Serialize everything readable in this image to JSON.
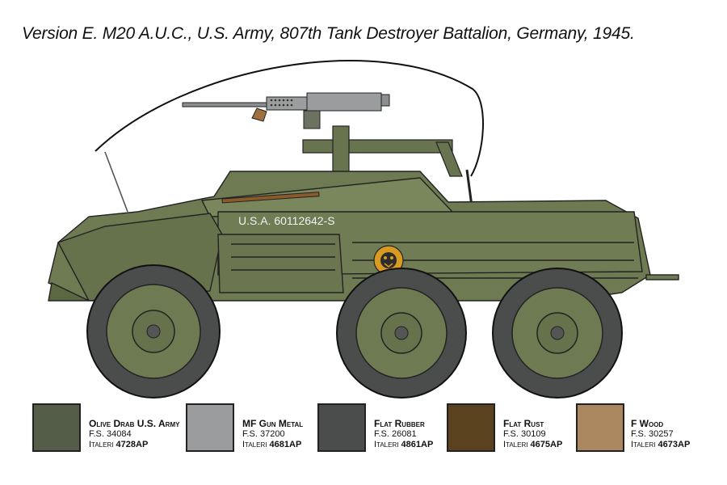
{
  "title": "Version E. M20 A.U.C., U.S. Army, 807th Tank Destroyer Battalion, Germany, 1945.",
  "vehicle": {
    "serial": "U.S.A. 60112642-S",
    "insignia": "tank-destroyer-cat-insignia-icon"
  },
  "colors": [
    {
      "name": "Olive Drab U.S. Army",
      "fs": "F.S. 34084",
      "brand": "Italeri",
      "code": "4728AP",
      "hex": "#535d48"
    },
    {
      "name": "MF Gun Metal",
      "fs": "F.S. 37200",
      "brand": "Italeri",
      "code": "4681AP",
      "hex": "#9a9c9d"
    },
    {
      "name": "Flat Rubber",
      "fs": "F.S. 26081",
      "brand": "Italeri",
      "code": "4861AP",
      "hex": "#4b4c4c"
    },
    {
      "name": "Flat Rust",
      "fs": "F.S. 30109",
      "brand": "Italeri",
      "code": "4675AP",
      "hex": "#5b421f"
    },
    {
      "name": "F Wood",
      "fs": "F.S. 30257",
      "brand": "Italeri",
      "code": "4673AP",
      "hex": "#ab875f"
    }
  ]
}
